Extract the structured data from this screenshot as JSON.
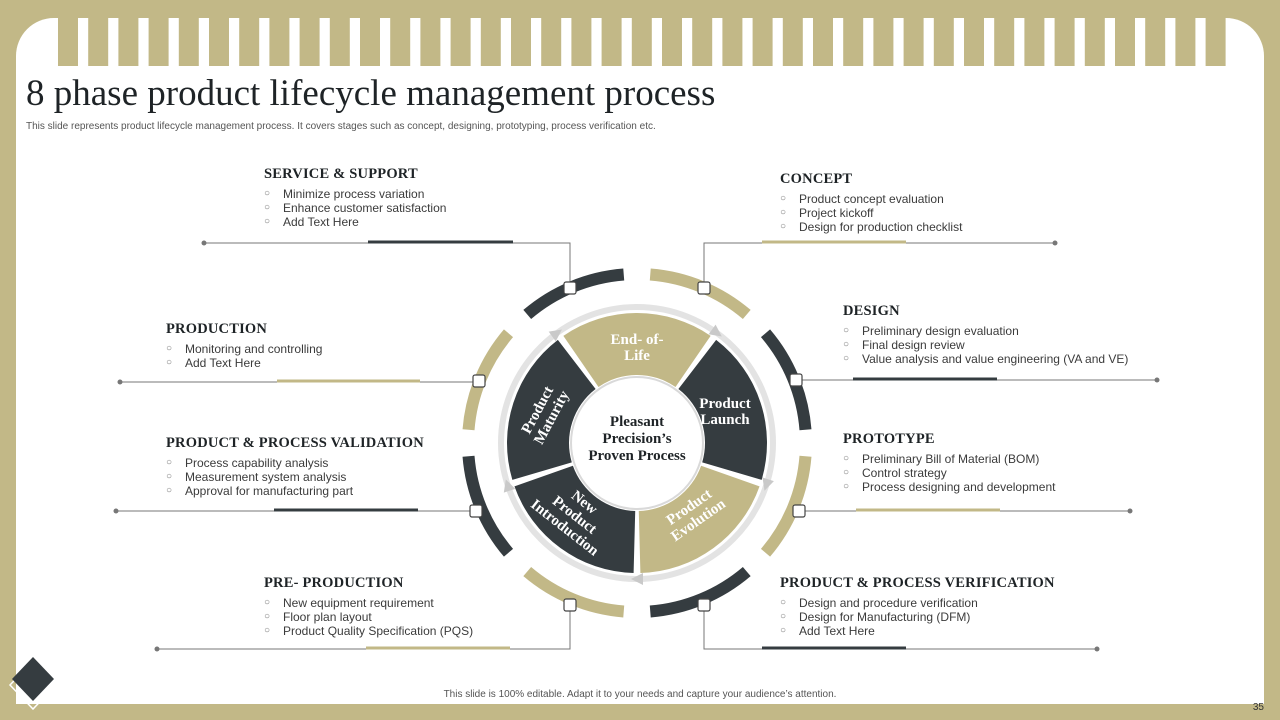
{
  "title": "8 phase product lifecycle management process",
  "subtitle": "This slide represents product lifecycle management process. It covers stages such as concept, designing, prototyping, process verification etc.",
  "footer": "This slide is 100% editable. Adapt it to your needs and capture your audience’s attention.",
  "page_number": "35",
  "colors": {
    "gold": "#c2b887",
    "dark": "#353c40",
    "frame": "#c2b887",
    "text": "#1e2326"
  },
  "center": {
    "line1": "Pleasant",
    "line2": "Precision’s",
    "line3": "Proven Process"
  },
  "segments": [
    {
      "line1": "End- of-",
      "line2": "Life"
    },
    {
      "line1": "Product",
      "line2": "Launch"
    },
    {
      "line1": "Product",
      "line2": "Evolution"
    },
    {
      "line1": "New",
      "line2": "Product",
      "line3": "Introduction"
    },
    {
      "line1": "Product",
      "line2": "Maturity"
    }
  ],
  "phases": {
    "service_support": {
      "title": "SERVICE & SUPPORT",
      "items": [
        "Minimize process variation",
        "Enhance customer satisfaction",
        "Add Text Here"
      ]
    },
    "concept": {
      "title": "CONCEPT",
      "items": [
        "Product concept evaluation",
        "Project kickoff",
        "Design for production checklist"
      ]
    },
    "production": {
      "title": "PRODUCTION",
      "items": [
        "Monitoring and controlling",
        "Add Text Here"
      ]
    },
    "design": {
      "title": "DESIGN",
      "items": [
        "Preliminary design evaluation",
        "Final design review",
        "Value analysis and value engineering (VA and VE)"
      ]
    },
    "validation": {
      "title": "PRODUCT & PROCESS VALIDATION",
      "items": [
        "Process capability analysis",
        "Measurement system analysis",
        "Approval for manufacturing part"
      ]
    },
    "prototype": {
      "title": "PROTOTYPE",
      "items": [
        "Preliminary Bill of Material (BOM)",
        "Control strategy",
        "Process designing and development"
      ]
    },
    "pre_production": {
      "title": "PRE- PRODUCTION",
      "items": [
        "New equipment requirement",
        "Floor plan layout",
        "Product Quality Specification (PQS)"
      ]
    },
    "verification": {
      "title": "PRODUCT & PROCESS VERIFICATION",
      "items": [
        "Design and procedure verification",
        "Design for Manufacturing (DFM)",
        "Add Text Here"
      ]
    }
  }
}
